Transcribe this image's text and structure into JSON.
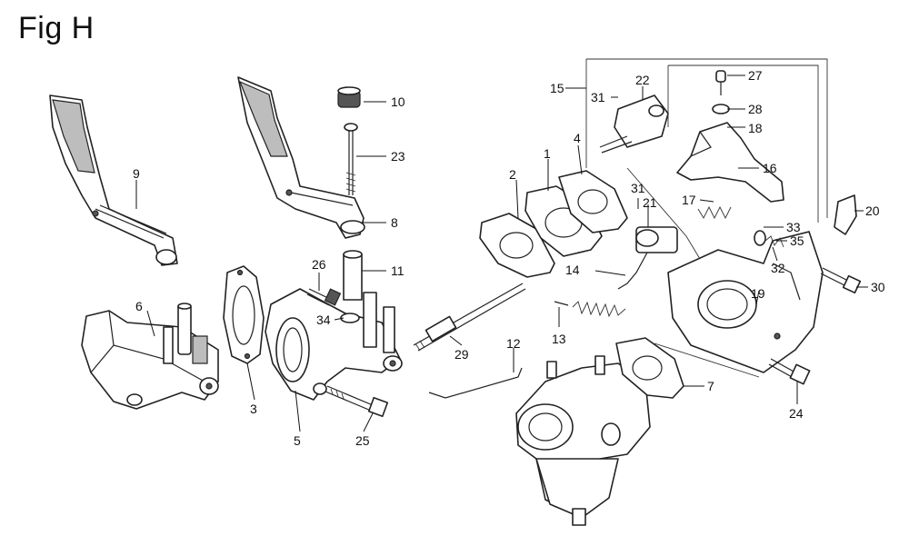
{
  "figure": {
    "title": "Fig H"
  },
  "parts": [
    {
      "id": "p1",
      "label": "1"
    },
    {
      "id": "p2",
      "label": "2"
    },
    {
      "id": "p3",
      "label": "3"
    },
    {
      "id": "p4",
      "label": "4"
    },
    {
      "id": "p5",
      "label": "5"
    },
    {
      "id": "p6",
      "label": "6"
    },
    {
      "id": "p7",
      "label": "7"
    },
    {
      "id": "p8",
      "label": "8"
    },
    {
      "id": "p9",
      "label": "9"
    },
    {
      "id": "p10",
      "label": "10"
    },
    {
      "id": "p11",
      "label": "11"
    },
    {
      "id": "p12",
      "label": "12"
    },
    {
      "id": "p13",
      "label": "13"
    },
    {
      "id": "p14",
      "label": "14"
    },
    {
      "id": "p15",
      "label": "15"
    },
    {
      "id": "p16",
      "label": "16"
    },
    {
      "id": "p17",
      "label": "17"
    },
    {
      "id": "p18",
      "label": "18"
    },
    {
      "id": "p19",
      "label": "19"
    },
    {
      "id": "p20",
      "label": "20"
    },
    {
      "id": "p21",
      "label": "21"
    },
    {
      "id": "p22",
      "label": "22"
    },
    {
      "id": "p23",
      "label": "23"
    },
    {
      "id": "p24",
      "label": "24"
    },
    {
      "id": "p25",
      "label": "25"
    },
    {
      "id": "p26",
      "label": "26"
    },
    {
      "id": "p27",
      "label": "27"
    },
    {
      "id": "p28",
      "label": "28"
    },
    {
      "id": "p29",
      "label": "29"
    },
    {
      "id": "p30",
      "label": "30"
    },
    {
      "id": "p31a",
      "label": "31"
    },
    {
      "id": "p31b",
      "label": "31"
    },
    {
      "id": "p32",
      "label": "32"
    },
    {
      "id": "p33",
      "label": "33"
    },
    {
      "id": "p34",
      "label": "34"
    },
    {
      "id": "p35",
      "label": "35"
    }
  ]
}
